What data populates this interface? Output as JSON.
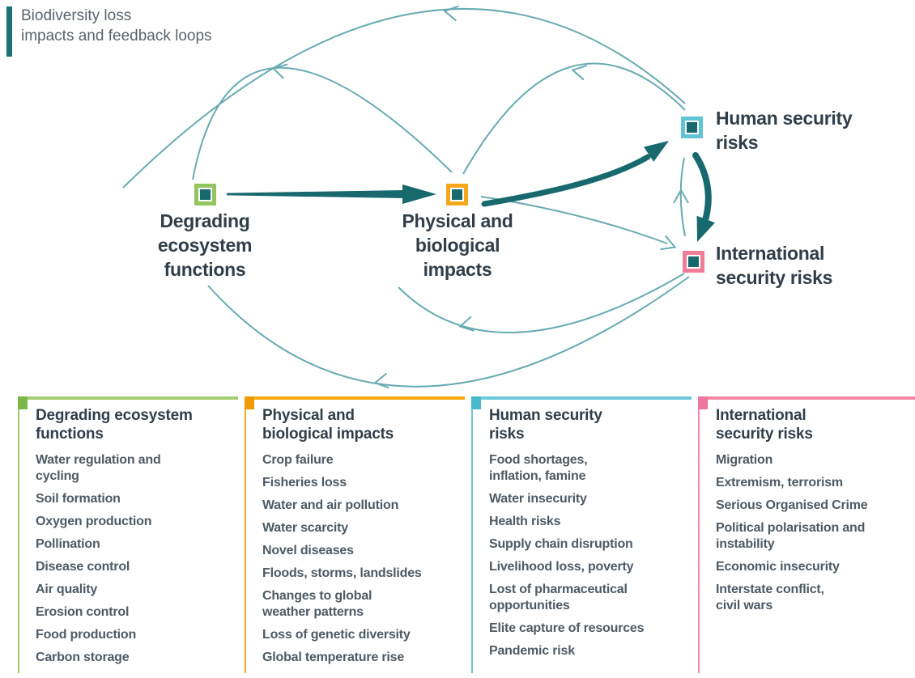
{
  "header": {
    "title": "Biodiversity loss\nimpacts and feedback loops"
  },
  "colors": {
    "dark_teal": "#17696e",
    "light_teal": "#68abb2",
    "green": "#92c55e",
    "orange": "#f6a81c",
    "cyan": "#5ec4d6",
    "pink": "#f07d98",
    "heading_text": "#313e49",
    "item_text": "#4e5a64",
    "title_text": "#5a646c"
  },
  "nodes": {
    "degrading": {
      "label": "Degrading\necosystem\nfunctions",
      "color": "#92c55e"
    },
    "physical": {
      "label": "Physical and\nbiological\nimpacts",
      "color": "#f6a81c"
    },
    "human": {
      "label": "Human security\nrisks",
      "color": "#5ec4d6"
    },
    "international": {
      "label": "International\nsecurity risks",
      "color": "#f07d98"
    }
  },
  "edges": [
    {
      "from": "degrading-ecosystem-functions",
      "to": "physical-and-biological-impacts",
      "style": "thick"
    },
    {
      "from": "physical-and-biological-impacts",
      "to": "human-security-risks",
      "style": "thick"
    },
    {
      "from": "human-security-risks",
      "to": "international-security-risks",
      "style": "thick"
    },
    {
      "from": "international-security-risks",
      "to": "human-security-risks",
      "style": "thin"
    },
    {
      "from": "physical-and-biological-impacts",
      "to": "international-security-risks",
      "style": "thin"
    },
    {
      "from": "physical-and-biological-impacts",
      "to": "degrading-ecosystem-functions",
      "style": "thin-feedback-arc"
    },
    {
      "from": "human-security-risks",
      "to": "physical-and-biological-impacts",
      "style": "thin-feedback-arc"
    },
    {
      "from": "human-security-risks",
      "to": "degrading-ecosystem-functions",
      "style": "thin-feedback-arc"
    },
    {
      "from": "international-security-risks",
      "to": "physical-and-biological-impacts",
      "style": "thin-feedback-arc"
    },
    {
      "from": "international-security-risks",
      "to": "degrading-ecosystem-functions",
      "style": "thin-feedback-arc"
    }
  ],
  "columns": [
    {
      "title": "Degrading ecosystem\nfunctions",
      "items": [
        "Water regulation and\ncycling",
        "Soil formation",
        "Oxygen production",
        "Pollination",
        "Disease control",
        "Air quality",
        "Erosion control",
        "Food production",
        "Carbon storage"
      ]
    },
    {
      "title": "Physical and\nbiological impacts",
      "items": [
        "Crop failure",
        "Fisheries loss",
        "Water and air pollution",
        "Water scarcity",
        "Novel diseases",
        "Floods, storms, landslides",
        "Changes to global\nweather patterns",
        "Loss of genetic diversity",
        "Global temperature rise"
      ]
    },
    {
      "title": "Human security\nrisks",
      "items": [
        "Food shortages,\ninflation, famine",
        "Water insecurity",
        "Health risks",
        "Supply chain disruption",
        "Livelihood loss, poverty",
        "Lost of pharmaceutical\nopportunities",
        "Elite capture of resources",
        "Pandemic risk"
      ]
    },
    {
      "title": "International\nsecurity risks",
      "items": [
        "Migration",
        "Extremism, terrorism",
        "Serious Organised Crime",
        "Political polarisation and\ninstability",
        "Economic insecurity",
        "Interstate conflict,\ncivil wars"
      ]
    }
  ]
}
